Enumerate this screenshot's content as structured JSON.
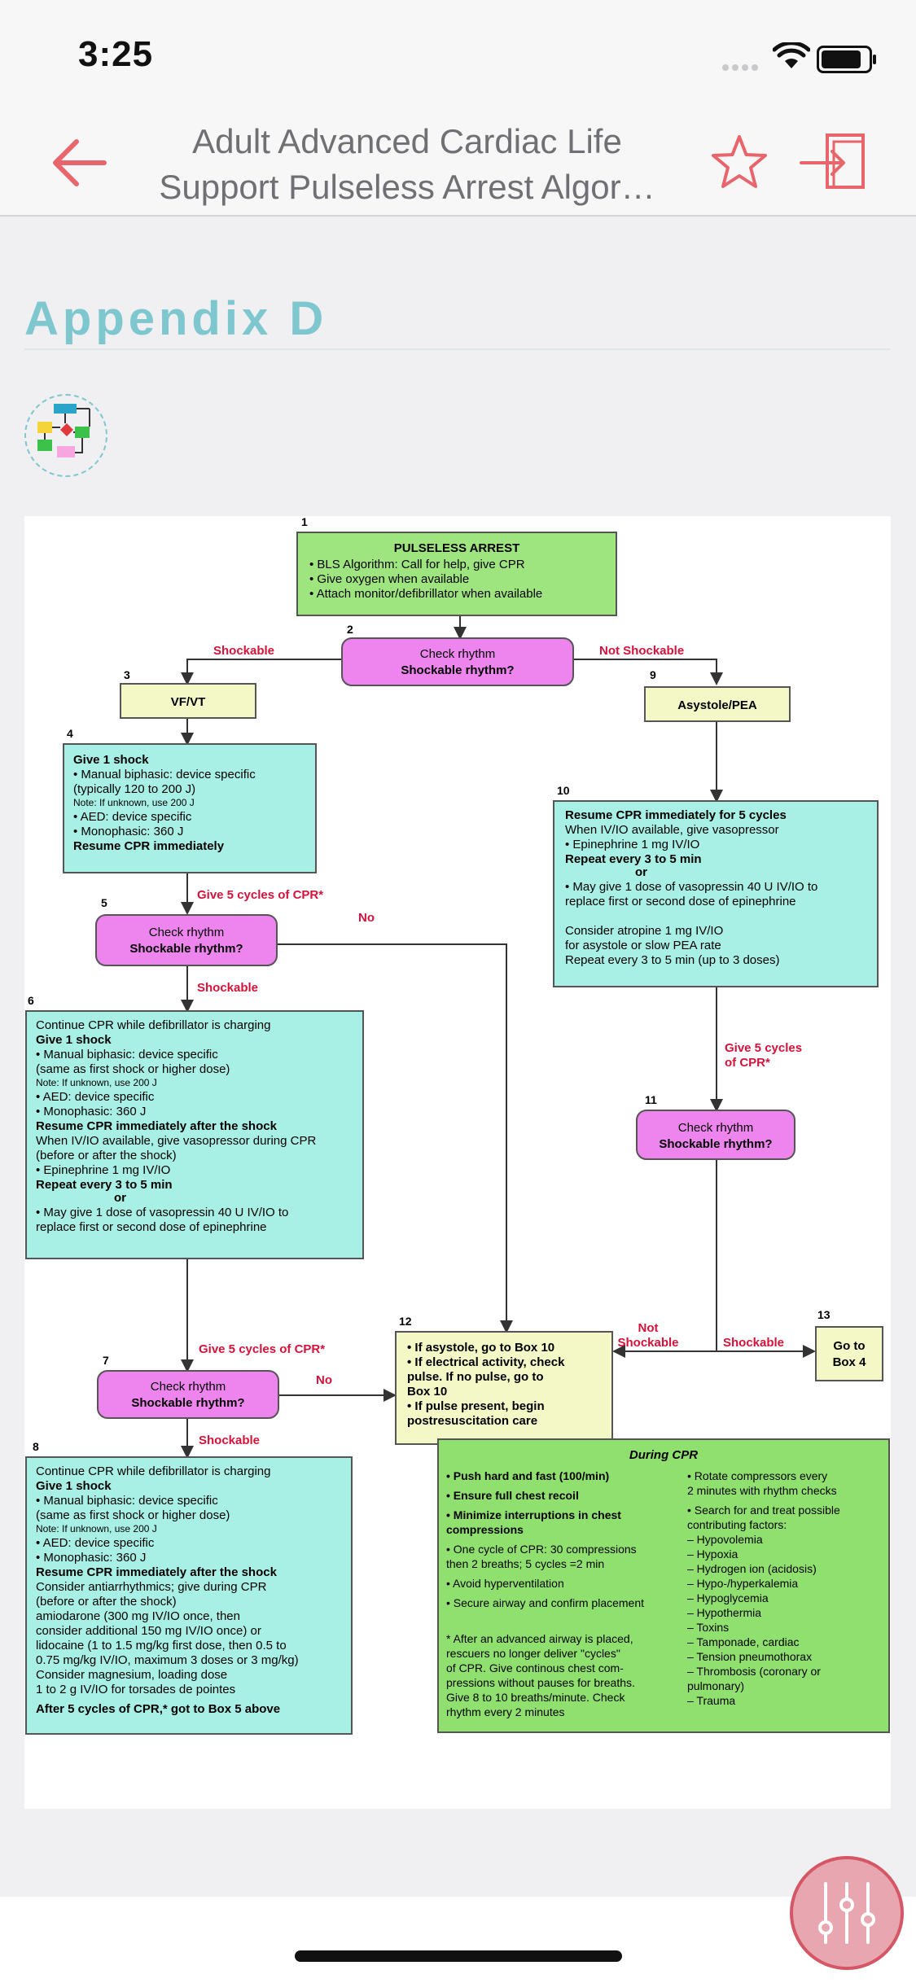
{
  "status_bar": {
    "time": "3:25"
  },
  "nav": {
    "title_line1": "Adult Advanced Cardiac Life",
    "title_line2": "Support Pulseless Arrest Algor…"
  },
  "content": {
    "heading": "Appendix D"
  },
  "algorithm": {
    "box1": {
      "num": "1",
      "title": "PULSELESS ARREST",
      "lines": [
        "• BLS Algorithm: Call for help, give CPR",
        "• Give oxygen when available",
        "• Attach monitor/defibrillator when available"
      ]
    },
    "box2": {
      "num": "2",
      "line1": "Check rhythm",
      "line2": "Shockable rhythm?"
    },
    "label_shockable": "Shockable",
    "label_not_shockable": "Not Shockable",
    "box3": {
      "num": "3",
      "text": "VF/VT"
    },
    "box9": {
      "num": "9",
      "text": "Asystole/PEA"
    },
    "box4": {
      "num": "4",
      "lines": [
        "Give 1 shock",
        "• Manual biphasic: device specific",
        "  (typically 120 to 200 J)",
        "  Note: If unknown, use 200 J",
        "• AED: device specific",
        "• Monophasic: 360 J",
        "Resume CPR immediately"
      ]
    },
    "box10": {
      "num": "10",
      "lines": [
        "Resume CPR immediately for 5 cycles",
        "When IV/IO available, give vasopressor",
        "• Epinephrine 1 mg IV/IO",
        "  Repeat every 3 to 5 min",
        "or",
        "• May give 1 dose of vasopressin 40 U IV/IO to",
        "  replace first or second dose of epinephrine",
        "",
        "Consider atropine 1 mg IV/IO",
        "  for asystole or slow PEA rate",
        "  Repeat every 3 to 5 min (up to 3 doses)"
      ]
    },
    "label_give5_a": "Give 5 cycles of CPR*",
    "label_no_a": "No",
    "box5": {
      "num": "5",
      "line1": "Check rhythm",
      "line2": "Shockable rhythm?"
    },
    "label_shockable_5": "Shockable",
    "box6": {
      "num": "6",
      "lines": [
        "Continue CPR while defibrillator is charging",
        "Give 1 shock",
        "• Manual biphasic: device specific",
        "  (same as first shock or higher dose)",
        "  Note: If unknown, use 200 J",
        "• AED: device specific",
        "• Monophasic: 360 J",
        "Resume CPR immediately after the shock",
        "When IV/IO available, give vasopressor during CPR",
        "(before or after the shock)",
        "• Epinephrine 1 mg IV/IO",
        "  Repeat every 3 to 5 min",
        "or",
        "• May give 1 dose of vasopressin 40 U IV/IO to",
        "  replace first or second dose of epinephrine"
      ]
    },
    "label_give5_b1": "Give 5 cycles",
    "label_give5_b2": "of CPR*",
    "box11": {
      "num": "11",
      "line1": "Check rhythm",
      "line2": "Shockable rhythm?"
    },
    "box12": {
      "num": "12",
      "lines": [
        "• If asystole, go to Box 10",
        "• If electrical activity, check",
        "  pulse. If no pulse, go to",
        "  Box 10",
        "• If pulse present, begin",
        "  postresuscitation care"
      ]
    },
    "label_not": "Not",
    "label_shockable_11a": "Shockable",
    "label_shockable_11b": "Shockable",
    "box13": {
      "num": "13",
      "line1": "Go to",
      "line2": "Box 4"
    },
    "label_give5_c": "Give 5 cycles of CPR*",
    "label_no_b": "No",
    "box7": {
      "num": "7",
      "line1": "Check rhythm",
      "line2": "Shockable rhythm?"
    },
    "label_shockable_7": "Shockable",
    "box8": {
      "num": "8",
      "lines": [
        "Continue CPR while defibrillator is charging",
        "Give 1 shock",
        "• Manual biphasic: device specific",
        "  (same as first shock or higher dose)",
        "  Note: If unknown, use 200 J",
        "• AED: device specific",
        "• Monophasic: 360 J",
        "Resume CPR immediately after the shock",
        "Consider antiarrhythmics; give during CPR",
        "  (before or after the shock)",
        "  amiodarone (300 mg IV/IO once, then",
        "  consider additional 150 mg IV/IO once) or",
        "  lidocaine (1 to 1.5 mg/kg first dose, then 0.5 to",
        "  0.75 mg/kg IV/IO, maximum 3 doses or 3 mg/kg)",
        "Consider magnesium, loading dose",
        "  1 to 2 g IV/IO for torsades de pointes",
        "After 5 cycles of CPR,* got to Box 5 above"
      ]
    },
    "during_cpr": {
      "title": "During CPR",
      "left": [
        "• Push hard and fast (100/min)",
        "• Ensure full chest recoil",
        "• Minimize interruptions in chest",
        "  compressions",
        "• One cycle of CPR: 30 compressions",
        "  then 2 breaths; 5 cycles =2 min",
        "• Avoid hyperventilation",
        "• Secure airway and confirm placement",
        "",
        "* After an advanced airway is placed,",
        "  rescuers no longer deliver \"cycles\"",
        "  of CPR. Give continous chest com-",
        "  pressions without pauses for breaths.",
        "  Give 8 to 10 breaths/minute. Check",
        "  rhythm every 2 minutes"
      ],
      "right": [
        "• Rotate compressors every",
        "  2 minutes with rhythm checks",
        "• Search for and treat possible",
        "  contributing factors:",
        "  – Hypovolemia",
        "  – Hypoxia",
        "  – Hydrogen ion (acidosis)",
        "  – Hypo-/hyperkalemia",
        "  – Hypoglycemia",
        "  – Hypothermia",
        "  – Toxins",
        "  – Tamponade, cardiac",
        "  – Tension pneumothorax",
        "  – Thrombosis (coronary or",
        "    pulmonary)",
        "  – Trauma"
      ]
    }
  },
  "colors": {
    "accent": "#e8656c",
    "heading": "#7fc7cf",
    "box_green": "#9fe57f",
    "box_cyan": "#a8f0e6",
    "box_pink": "#ee85ee",
    "box_cream": "#f3f8c6",
    "label_red": "#d4123a"
  }
}
